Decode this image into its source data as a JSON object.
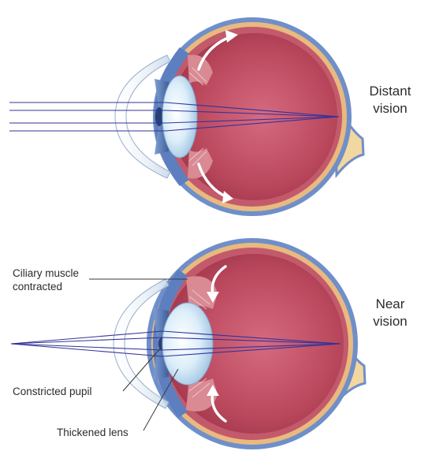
{
  "labels": {
    "distant_vision": [
      "Distant",
      "vision"
    ],
    "near_vision": [
      "Near",
      "vision"
    ],
    "ciliary_muscle": [
      "Ciliary muscle",
      "contracted"
    ],
    "constricted_pupil": "Constricted pupil",
    "thickened_lens": "Thickened lens"
  },
  "colors": {
    "sclera_outer": "#6f8fc9",
    "eyeball_interior": "#b9475c",
    "retina_layer": "#c25a6c",
    "choroid": "#e9b97f",
    "optic_nerve": "#f3d7a0",
    "lens": "#cfe6f4",
    "iris": "#4f6fa8",
    "cornea": "#dfe9f3",
    "ciliary_muscle": "#d98a93",
    "light_rays": "#33339a",
    "arrows": "#ffffff",
    "label_lines": "#3a3a3a"
  },
  "icons": [
    "curved-arrow-icon",
    "light-ray",
    "optic-nerve"
  ]
}
